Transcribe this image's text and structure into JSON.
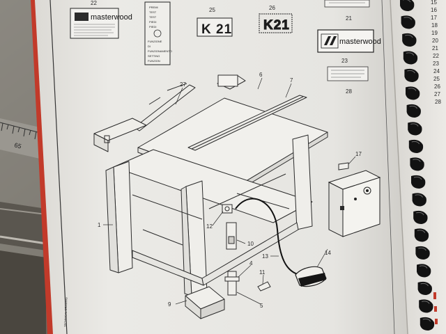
{
  "labels": {
    "brand_name": "masterwood",
    "k21_a": "K 21",
    "k21_b": "K21",
    "panel_lines": [
      "PREMI",
      "TEST",
      "TEST",
      "PIEDI",
      "PIEDI",
      "FUNZIONE",
      "DI",
      "FUNZIONAMENTO",
      "SETTING",
      "FUNZION"
    ],
    "callouts": [
      "22",
      "25",
      "26",
      "21",
      "23",
      "28",
      "27",
      "6",
      "7",
      "1",
      "12",
      "10",
      "13",
      "4",
      "11",
      "5",
      "9",
      "17",
      "14"
    ],
    "side_index": [
      "15",
      "16",
      "17",
      "18",
      "19",
      "20",
      "21",
      "22",
      "23",
      "24",
      "25",
      "26",
      "27",
      "28"
    ]
  },
  "colors": {
    "paper": "#e9e8e4",
    "ink": "#2a2a2a",
    "binding_ring": "#121212",
    "background_surface": "#7a756d",
    "red_edge": "#c23a2a"
  }
}
